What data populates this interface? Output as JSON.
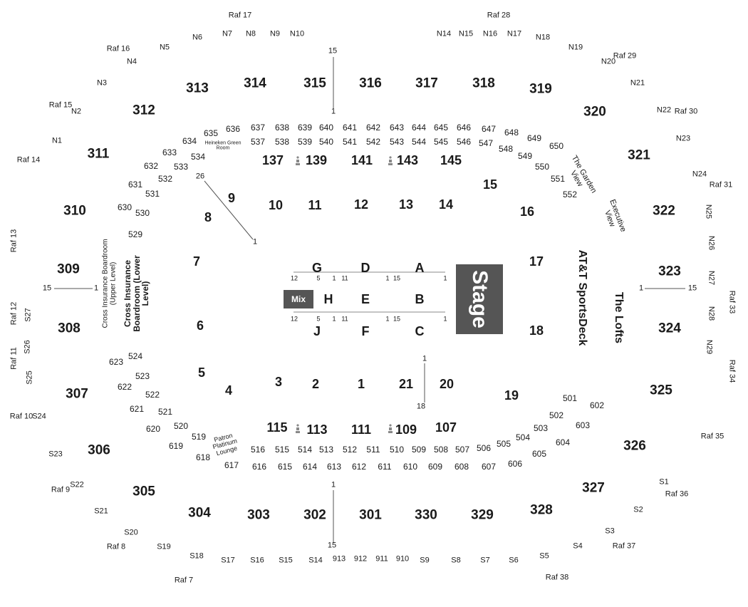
{
  "map": {
    "stage_label": "Stage",
    "mix_label": "Mix",
    "sections_300": [
      "313",
      "314",
      "315",
      "316",
      "317",
      "318",
      "319",
      "312",
      "320",
      "311",
      "321",
      "310",
      "322",
      "309",
      "323",
      "308",
      "324",
      "307",
      "325",
      "306",
      "326",
      "305",
      "327",
      "304",
      "303",
      "302",
      "301",
      "330",
      "329",
      "328"
    ],
    "floor_sections": [
      "9",
      "10",
      "11",
      "12",
      "13",
      "14",
      "15",
      "16",
      "8",
      "7",
      "17",
      "6",
      "18",
      "5",
      "4",
      "3",
      "2",
      "1",
      "21",
      "20",
      "19"
    ],
    "floor_letters": [
      "G",
      "D",
      "A",
      "H",
      "E",
      "B",
      "J",
      "F",
      "C"
    ],
    "sections_500_600_top": [
      "636",
      "637",
      "638",
      "639",
      "640",
      "641",
      "642",
      "643",
      "644",
      "645",
      "646",
      "647",
      "648",
      "649",
      "650",
      "635",
      "634",
      "633",
      "632",
      "631",
      "630",
      "537",
      "538",
      "539",
      "540",
      "541",
      "542",
      "543",
      "544",
      "545",
      "546",
      "547",
      "548",
      "549",
      "550",
      "551",
      "552",
      "534",
      "533",
      "532",
      "531",
      "530",
      "529"
    ],
    "sections_100_top": [
      "137",
      "139",
      "141",
      "143",
      "145"
    ],
    "sections_100_bottom": [
      "115",
      "113",
      "111",
      "109",
      "107"
    ],
    "sections_500_600_bottom": [
      "516",
      "515",
      "514",
      "513",
      "512",
      "511",
      "510",
      "509",
      "508",
      "507",
      "506",
      "505",
      "504",
      "503",
      "502",
      "501",
      "519",
      "520",
      "521",
      "522",
      "523",
      "524",
      "617",
      "616",
      "615",
      "614",
      "613",
      "612",
      "611",
      "610",
      "609",
      "608",
      "607",
      "606",
      "605",
      "604",
      "603",
      "602",
      "618",
      "619",
      "620",
      "621",
      "622",
      "623"
    ],
    "north_rows": [
      "N1",
      "N2",
      "N3",
      "N4",
      "N5",
      "N6",
      "N7",
      "N8",
      "N9",
      "N10",
      "N14",
      "N15",
      "N16",
      "N17",
      "N18",
      "N19",
      "N20",
      "N21",
      "N22",
      "N23",
      "N24",
      "N25",
      "N26",
      "N27",
      "N28",
      "N29"
    ],
    "south_rows": [
      "S1",
      "S2",
      "S3",
      "S4",
      "S5",
      "S6",
      "S7",
      "S8",
      "S9",
      "910",
      "911",
      "912",
      "913",
      "S14",
      "S15",
      "S16",
      "S17",
      "S18",
      "S19",
      "S20",
      "S21",
      "S22",
      "S23",
      "S24",
      "S25",
      "S26",
      "S27"
    ],
    "rafters": [
      "Raf 7",
      "Raf 8",
      "Raf 9",
      "Raf 10",
      "Raf 11",
      "Raf 12",
      "Raf 13",
      "Raf 14",
      "Raf 15",
      "Raf 16",
      "Raf 17",
      "Raf 28",
      "Raf 29",
      "Raf 30",
      "Raf 31",
      "Raf 33",
      "Raf 34",
      "Raf 35",
      "Raf 36",
      "Raf 37",
      "Raf 38"
    ],
    "premium": {
      "heineken": "Heineken Green Room",
      "garden_view": "The Garden View",
      "executive_view": "Executive View",
      "att_sportsdeck": "AT&T SportsDeck",
      "the_lofts": "The Lofts",
      "cross_upper": "Cross Insurance Boardroom (Upper Level)",
      "cross_lower": "Cross Insurance Boardroom (Lower Level)",
      "patron": "Patron Platinum Lounge"
    },
    "row_markers": [
      "15",
      "1",
      "26",
      "1",
      "15",
      "1",
      "1",
      "15",
      "12",
      "5",
      "1",
      "11",
      "1",
      "15",
      "1",
      "12",
      "5",
      "1",
      "11",
      "1",
      "15",
      "1",
      "1",
      "18",
      "1",
      "15"
    ],
    "colors": {
      "stage": "#555555",
      "text": "#1a1a1a"
    }
  }
}
